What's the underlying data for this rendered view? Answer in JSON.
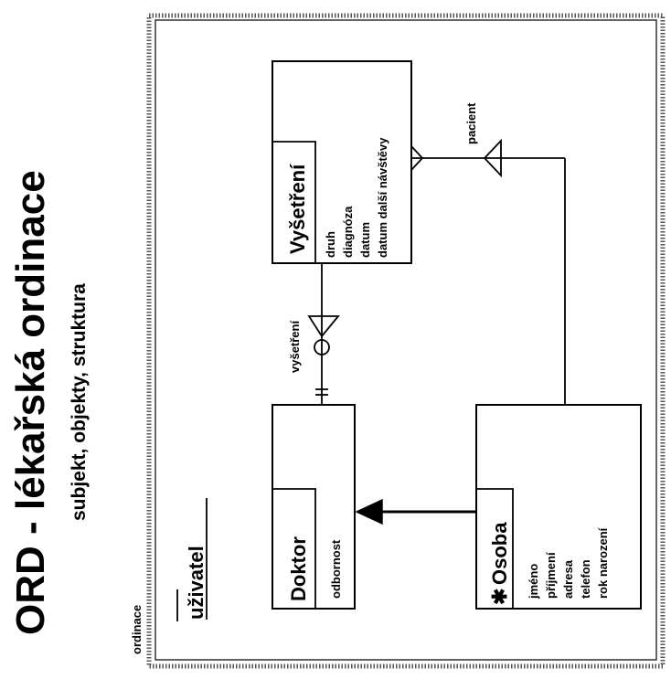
{
  "page": {
    "title": "ORD - lékařská ordinace",
    "subtitle": "subjekt, objekty, struktura"
  },
  "diagram": {
    "frame_label": "ordinace",
    "subject_label": "uživatel",
    "entities": {
      "vysetreni": {
        "name": "Vyšetření",
        "attributes": [
          "druh",
          "diagnóza",
          "datum",
          "datum další návštěvy"
        ]
      },
      "doktor": {
        "name": "Doktor",
        "attributes": [
          "odbornost"
        ]
      },
      "osoba": {
        "name": "Osoba",
        "symbol": "✱",
        "attributes": [
          "jméno",
          "příjmení",
          "adresa",
          "telefon",
          "rok narození"
        ]
      }
    },
    "relationships": {
      "vysetreni_label": "vyšetření",
      "pacient_label": "pacient"
    }
  }
}
